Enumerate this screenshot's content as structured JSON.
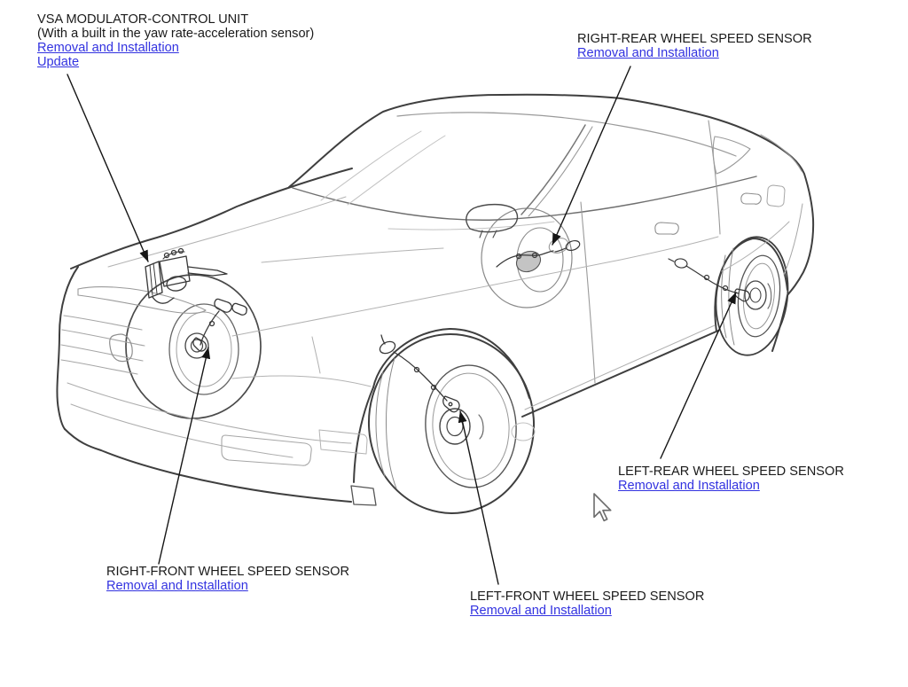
{
  "colors": {
    "link_blue": "#3232e0",
    "label_text": "#1a1a1a",
    "outline_dark": "#3f3f3f",
    "outline_light": "#a6a6a6",
    "leader_black": "#151515"
  },
  "callouts": {
    "vsa_modulator": {
      "title": "VSA MODULATOR-CONTROL UNIT",
      "subtitle": "(With a built in the yaw rate-acceleration sensor)",
      "links": {
        "removal": "Removal and Installation",
        "update": "Update"
      }
    },
    "right_rear": {
      "title": "RIGHT-REAR WHEEL SPEED SENSOR",
      "links": {
        "removal": "Removal and Installation"
      }
    },
    "right_front": {
      "title": "RIGHT-FRONT WHEEL SPEED SENSOR",
      "links": {
        "removal": "Removal and Installation"
      }
    },
    "left_front": {
      "title": "LEFT-FRONT WHEEL SPEED SENSOR",
      "links": {
        "removal": "Removal and Installation"
      }
    },
    "left_rear": {
      "title": "LEFT-REAR WHEEL SPEED SENSOR",
      "links": {
        "removal": "Removal and Installation"
      }
    }
  }
}
